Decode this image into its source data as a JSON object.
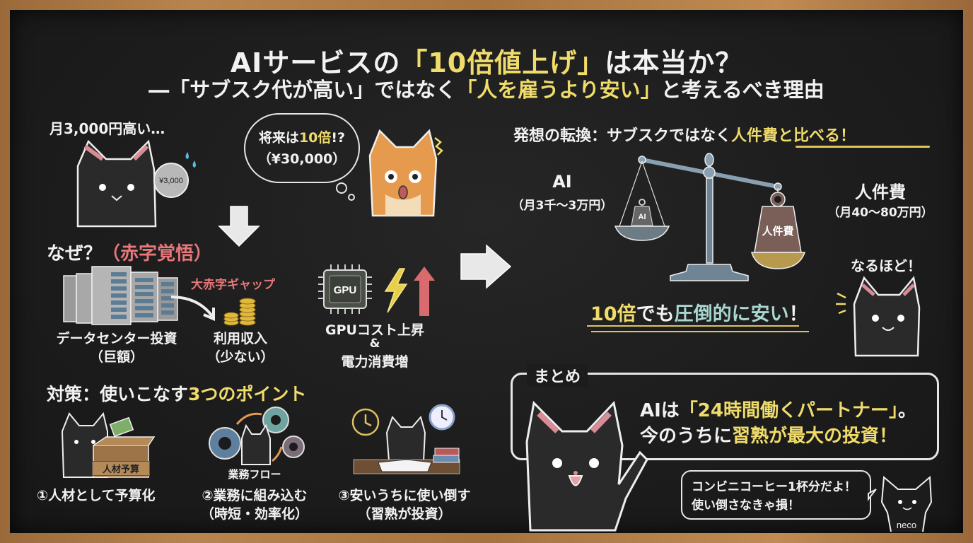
{
  "title": {
    "line1_a": "AIサービスの",
    "line1_b": "「10倍値上げ」",
    "line1_c": "は本当か？",
    "line2_a": "―「サブスク代が高い」ではなく",
    "line2_b": "「人を雇うより安い」",
    "line2_c": "と考えるべき理由"
  },
  "left_top": {
    "worry_text": "月3,000円高い…",
    "coin_label": "¥3,000",
    "thought_line1_a": "将来は",
    "thought_line1_b": "10倍",
    "thought_line1_c": "!?",
    "thought_line2": "（¥30,000）"
  },
  "why": {
    "heading_a": "なぜ？",
    "heading_b": "（赤字覚悟）",
    "gap_label": "大赤字ギャップ",
    "datacenter_label": "データセンター投資",
    "datacenter_sub": "（巨額）",
    "revenue_label": "利用収入",
    "revenue_sub": "（少ない）",
    "gpu_chip": "GPU",
    "gpu_line1": "GPUコスト上昇",
    "gpu_line2": "&",
    "gpu_line3": "電力消費増"
  },
  "measures": {
    "heading_a": "対策：使いこなす",
    "heading_b": "3つのポイント",
    "box_label": "人材予算",
    "flow_label": "業務フロー",
    "items": [
      {
        "label": "①人材として予算化",
        "sub": ""
      },
      {
        "label": "②業務に組み込む",
        "sub": "（時短・効率化）"
      },
      {
        "label": "③安いうちに使い倒す",
        "sub": "（習熟が投資）"
      }
    ]
  },
  "comparison": {
    "heading_a": "発想の転換：サブスクではなく",
    "heading_b": "人件費と比べる！",
    "ai_label": "AI",
    "ai_range": "（月3千〜3万円）",
    "ai_weight": "AI",
    "labor_label": "人件費",
    "labor_range": "（月40〜80万円）",
    "labor_weight": "人件費",
    "reaction": "なるほど！",
    "conclusion_a": "10倍",
    "conclusion_b": "でも",
    "conclusion_c": "圧倒的に安い",
    "conclusion_d": "！"
  },
  "summary": {
    "heading": "まとめ",
    "line1_a": "AIは",
    "line1_b": "「24時間働くパートナー」",
    "line1_c": "。",
    "line2_a": "今のうちに",
    "line2_b": "習熟が最大の投資！",
    "bubble_line1": "コンビニコーヒー1杯分だよ！",
    "bubble_line2": "使い倒さなきゃ損！",
    "mascot_label": "neco"
  },
  "colors": {
    "board": "#1c1c1c",
    "frame": "#a6733f",
    "chalk_white": "#f2f2f2",
    "chalk_yellow": "#f0dc6a",
    "chalk_red": "#e8777a",
    "chalk_teal": "#a9d6d0"
  }
}
